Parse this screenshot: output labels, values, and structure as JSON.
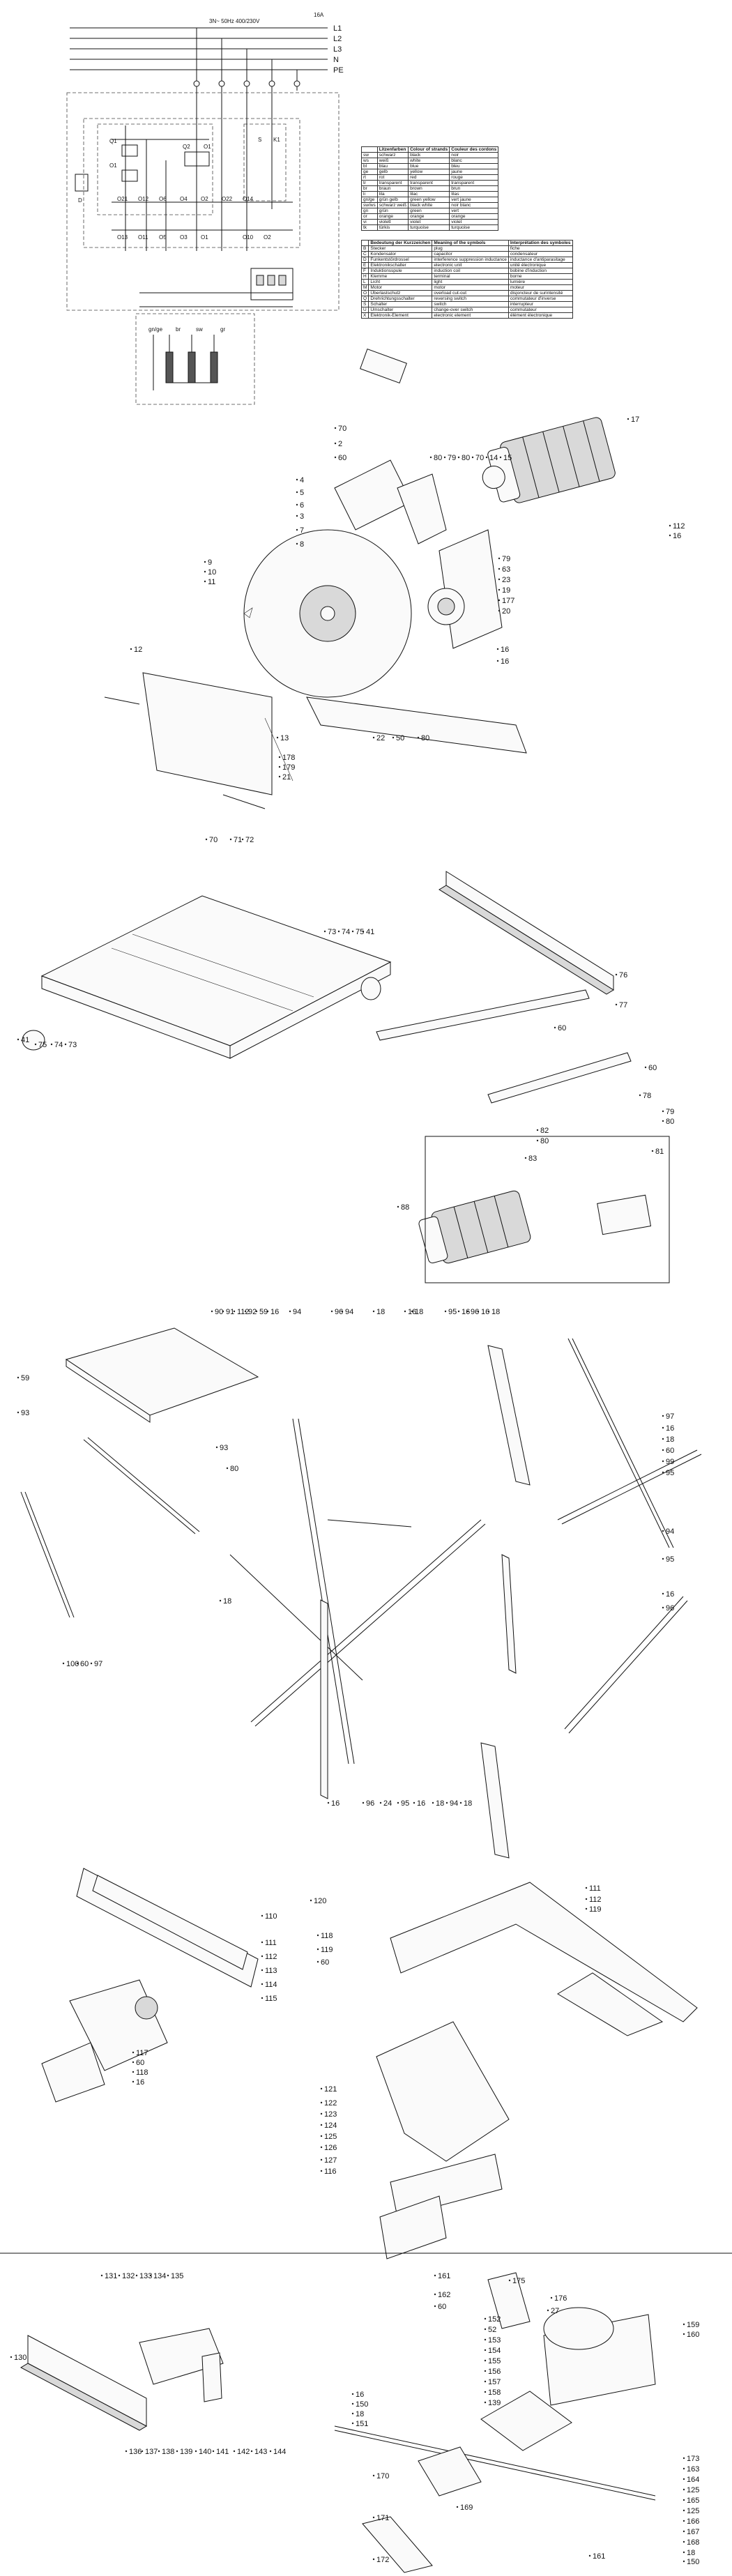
{
  "power": {
    "header": "3N~ 50Hz 400/230V",
    "rating": "16A",
    "lines": [
      "L1",
      "L2",
      "L3",
      "N",
      "PE"
    ]
  },
  "schematic": {
    "labels": [
      "D",
      "Q1",
      "O1",
      "Q2",
      "O1",
      "O2",
      "O13",
      "O11",
      "O5",
      "O3",
      "O1",
      "O21",
      "O12",
      "O6",
      "O4",
      "O2",
      "O22",
      "O14",
      "O10",
      "O2",
      "S",
      "K1"
    ],
    "motor_wires": [
      "gn/ge",
      "br",
      "sw",
      "gr"
    ]
  },
  "color_table": {
    "headers": [
      "Litzenfarben",
      "Colour of strands",
      "Couleur des cordons"
    ],
    "rows": [
      [
        "sw",
        "schwarz",
        "black",
        "noir"
      ],
      [
        "ws",
        "weiß",
        "white",
        "blanc"
      ],
      [
        "bl",
        "blau",
        "blue",
        "bleu"
      ],
      [
        "ge",
        "gelb",
        "yellow",
        "jaune"
      ],
      [
        "rt",
        "rot",
        "red",
        "rouge"
      ],
      [
        "tr",
        "transparent",
        "transparent",
        "transparent"
      ],
      [
        "br",
        "braun",
        "brown",
        "brun"
      ],
      [
        "li",
        "lila",
        "lilac",
        "lilas"
      ],
      [
        "gn/ge",
        "grün gelb",
        "green yellow",
        "vert jaune"
      ],
      [
        "sw/ws",
        "schwarz weiß",
        "black white",
        "noir blanc"
      ],
      [
        "gn",
        "grün",
        "green",
        "vert"
      ],
      [
        "or",
        "orange",
        "orange",
        "orange"
      ],
      [
        "vi",
        "violett",
        "violet",
        "violet"
      ],
      [
        "tk",
        "türkis",
        "turquoise",
        "turquoise"
      ]
    ]
  },
  "symbol_table": {
    "headers": [
      "",
      "Bedeutung der Kurzzeichen",
      "Meaning of the symbols",
      "Interprétation des symboles"
    ],
    "rows": [
      [
        "B",
        "Stecker",
        "plug",
        "fiche"
      ],
      [
        "C",
        "Kondensator",
        "capacitor",
        "condensateur"
      ],
      [
        "D",
        "Funkentstördrossel",
        "interference suppression inductance",
        "inductance d'antiparasitage"
      ],
      [
        "E",
        "Elektronikschalter",
        "electronic unit",
        "unité électronique"
      ],
      [
        "F",
        "Induktionsspule",
        "induction coil",
        "bobine d'induction"
      ],
      [
        "H",
        "Klemme",
        "terminal",
        "borne"
      ],
      [
        "L",
        "Licht",
        "light",
        "lumière"
      ],
      [
        "M",
        "Motor",
        "motor",
        "moteur"
      ],
      [
        "O",
        "Überlastschutz",
        "overload cut-out",
        "disjoncteur de surintensité"
      ],
      [
        "Q",
        "Drehrichtungsschalter",
        "reversing switch",
        "commutateur d'inverse"
      ],
      [
        "S",
        "Schalter",
        "switch",
        "interrupteur"
      ],
      [
        "U",
        "Umschalter",
        "change-over switch",
        "commutateur"
      ],
      [
        "X",
        "Elektronik-Element",
        "electronic element",
        "élément électronique"
      ]
    ]
  },
  "part_numbers": {
    "g1": [
      "17",
      "70",
      "2",
      "60",
      "80",
      "79",
      "80",
      "70",
      "14",
      "15",
      "4",
      "5",
      "6",
      "3",
      "7",
      "8",
      "112",
      "16",
      "79",
      "63",
      "23",
      "19",
      "177",
      "20",
      "9",
      "10",
      "11",
      "12",
      "16",
      "16",
      "13",
      "22",
      "50",
      "80",
      "178",
      "179",
      "21"
    ],
    "g2": [
      "70",
      "71",
      "72",
      "73",
      "74",
      "75",
      "41",
      "41",
      "75",
      "74",
      "73",
      "76",
      "77",
      "60",
      "60",
      "78",
      "79",
      "80",
      "82",
      "80",
      "81",
      "83",
      "88"
    ],
    "g3": [
      "90",
      "91",
      "112",
      "92",
      "59",
      "16",
      "94",
      "96",
      "94",
      "18",
      "16",
      "18",
      "95",
      "16",
      "96",
      "16",
      "18",
      "59",
      "93",
      "93",
      "97",
      "16",
      "18",
      "60",
      "99",
      "95",
      "94",
      "95",
      "80",
      "100",
      "60",
      "97",
      "18",
      "16",
      "96",
      "24",
      "95",
      "16",
      "18",
      "94",
      "18",
      "16",
      "96"
    ],
    "g4": [
      "110",
      "111",
      "112",
      "113",
      "114",
      "115",
      "117",
      "60",
      "118",
      "16",
      "111",
      "112",
      "119",
      "120",
      "118",
      "119",
      "60",
      "121",
      "122",
      "123",
      "124",
      "125",
      "126",
      "127",
      "116"
    ],
    "g5": [
      "131",
      "132",
      "133",
      "134",
      "135",
      "130",
      "136",
      "137",
      "138",
      "139",
      "140",
      "141",
      "142",
      "143",
      "144",
      "161",
      "162",
      "60",
      "175",
      "176",
      "27",
      "152",
      "52",
      "153",
      "154",
      "155",
      "156",
      "157",
      "158",
      "139",
      "159",
      "160",
      "16",
      "150",
      "18",
      "151",
      "170",
      "171",
      "172",
      "169",
      "173",
      "163",
      "164",
      "125",
      "165",
      "125",
      "166",
      "167",
      "168",
      "18",
      "150",
      "161"
    ]
  },
  "colors": {
    "line": "#111111",
    "paper": "#ffffff",
    "fill_light": "#fafafa",
    "fill_grey": "#d9d9d9"
  }
}
